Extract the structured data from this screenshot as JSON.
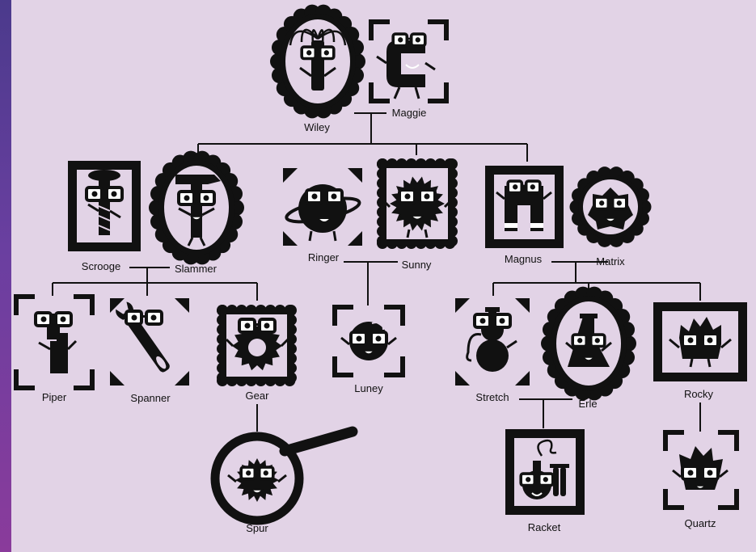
{
  "colors": {
    "background": "#e2d3e6",
    "ink": "#111111",
    "inner": "#e2d3e6"
  },
  "members": {
    "wiley": {
      "name": "Wiley",
      "icon": "wiley-icon",
      "frame": "scalloped-oval"
    },
    "maggie": {
      "name": "Maggie",
      "icon": "maggie-icon",
      "frame": "corner-brackets"
    },
    "scrooge": {
      "name": "Scrooge",
      "icon": "scrooge-icon",
      "frame": "thick-square"
    },
    "slammer": {
      "name": "Slammer",
      "icon": "slammer-icon",
      "frame": "scalloped-oval"
    },
    "ringer": {
      "name": "Ringer",
      "icon": "ringer-icon",
      "frame": "corner-triangles"
    },
    "sunny": {
      "name": "Sunny",
      "icon": "sunny-icon",
      "frame": "scalloped-square"
    },
    "magnus": {
      "name": "Magnus",
      "icon": "magnus-icon",
      "frame": "thick-square"
    },
    "matrix": {
      "name": "Matrix",
      "icon": "matrix-icon",
      "frame": "scalloped-circle"
    },
    "piper": {
      "name": "Piper",
      "icon": "piper-icon",
      "frame": "corner-brackets"
    },
    "spanner": {
      "name": "Spanner",
      "icon": "spanner-icon",
      "frame": "corner-triangles"
    },
    "gear": {
      "name": "Gear",
      "icon": "gear-icon",
      "frame": "scalloped-square"
    },
    "luney": {
      "name": "Luney",
      "icon": "luney-icon",
      "frame": "corner-brackets"
    },
    "stretch": {
      "name": "Stretch",
      "icon": "stretch-icon",
      "frame": "corner-triangles"
    },
    "erle": {
      "name": "Erle",
      "icon": "erle-icon",
      "frame": "scalloped-oval"
    },
    "rocky": {
      "name": "Rocky",
      "icon": "rocky-icon",
      "frame": "thick-square"
    },
    "spur": {
      "name": "Spur",
      "icon": "spur-icon",
      "frame": "magnifying-glass"
    },
    "racket": {
      "name": "Racket",
      "icon": "racket-icon",
      "frame": "thick-square"
    },
    "quartz": {
      "name": "Quartz",
      "icon": "quartz-icon",
      "frame": "corner-brackets"
    }
  }
}
